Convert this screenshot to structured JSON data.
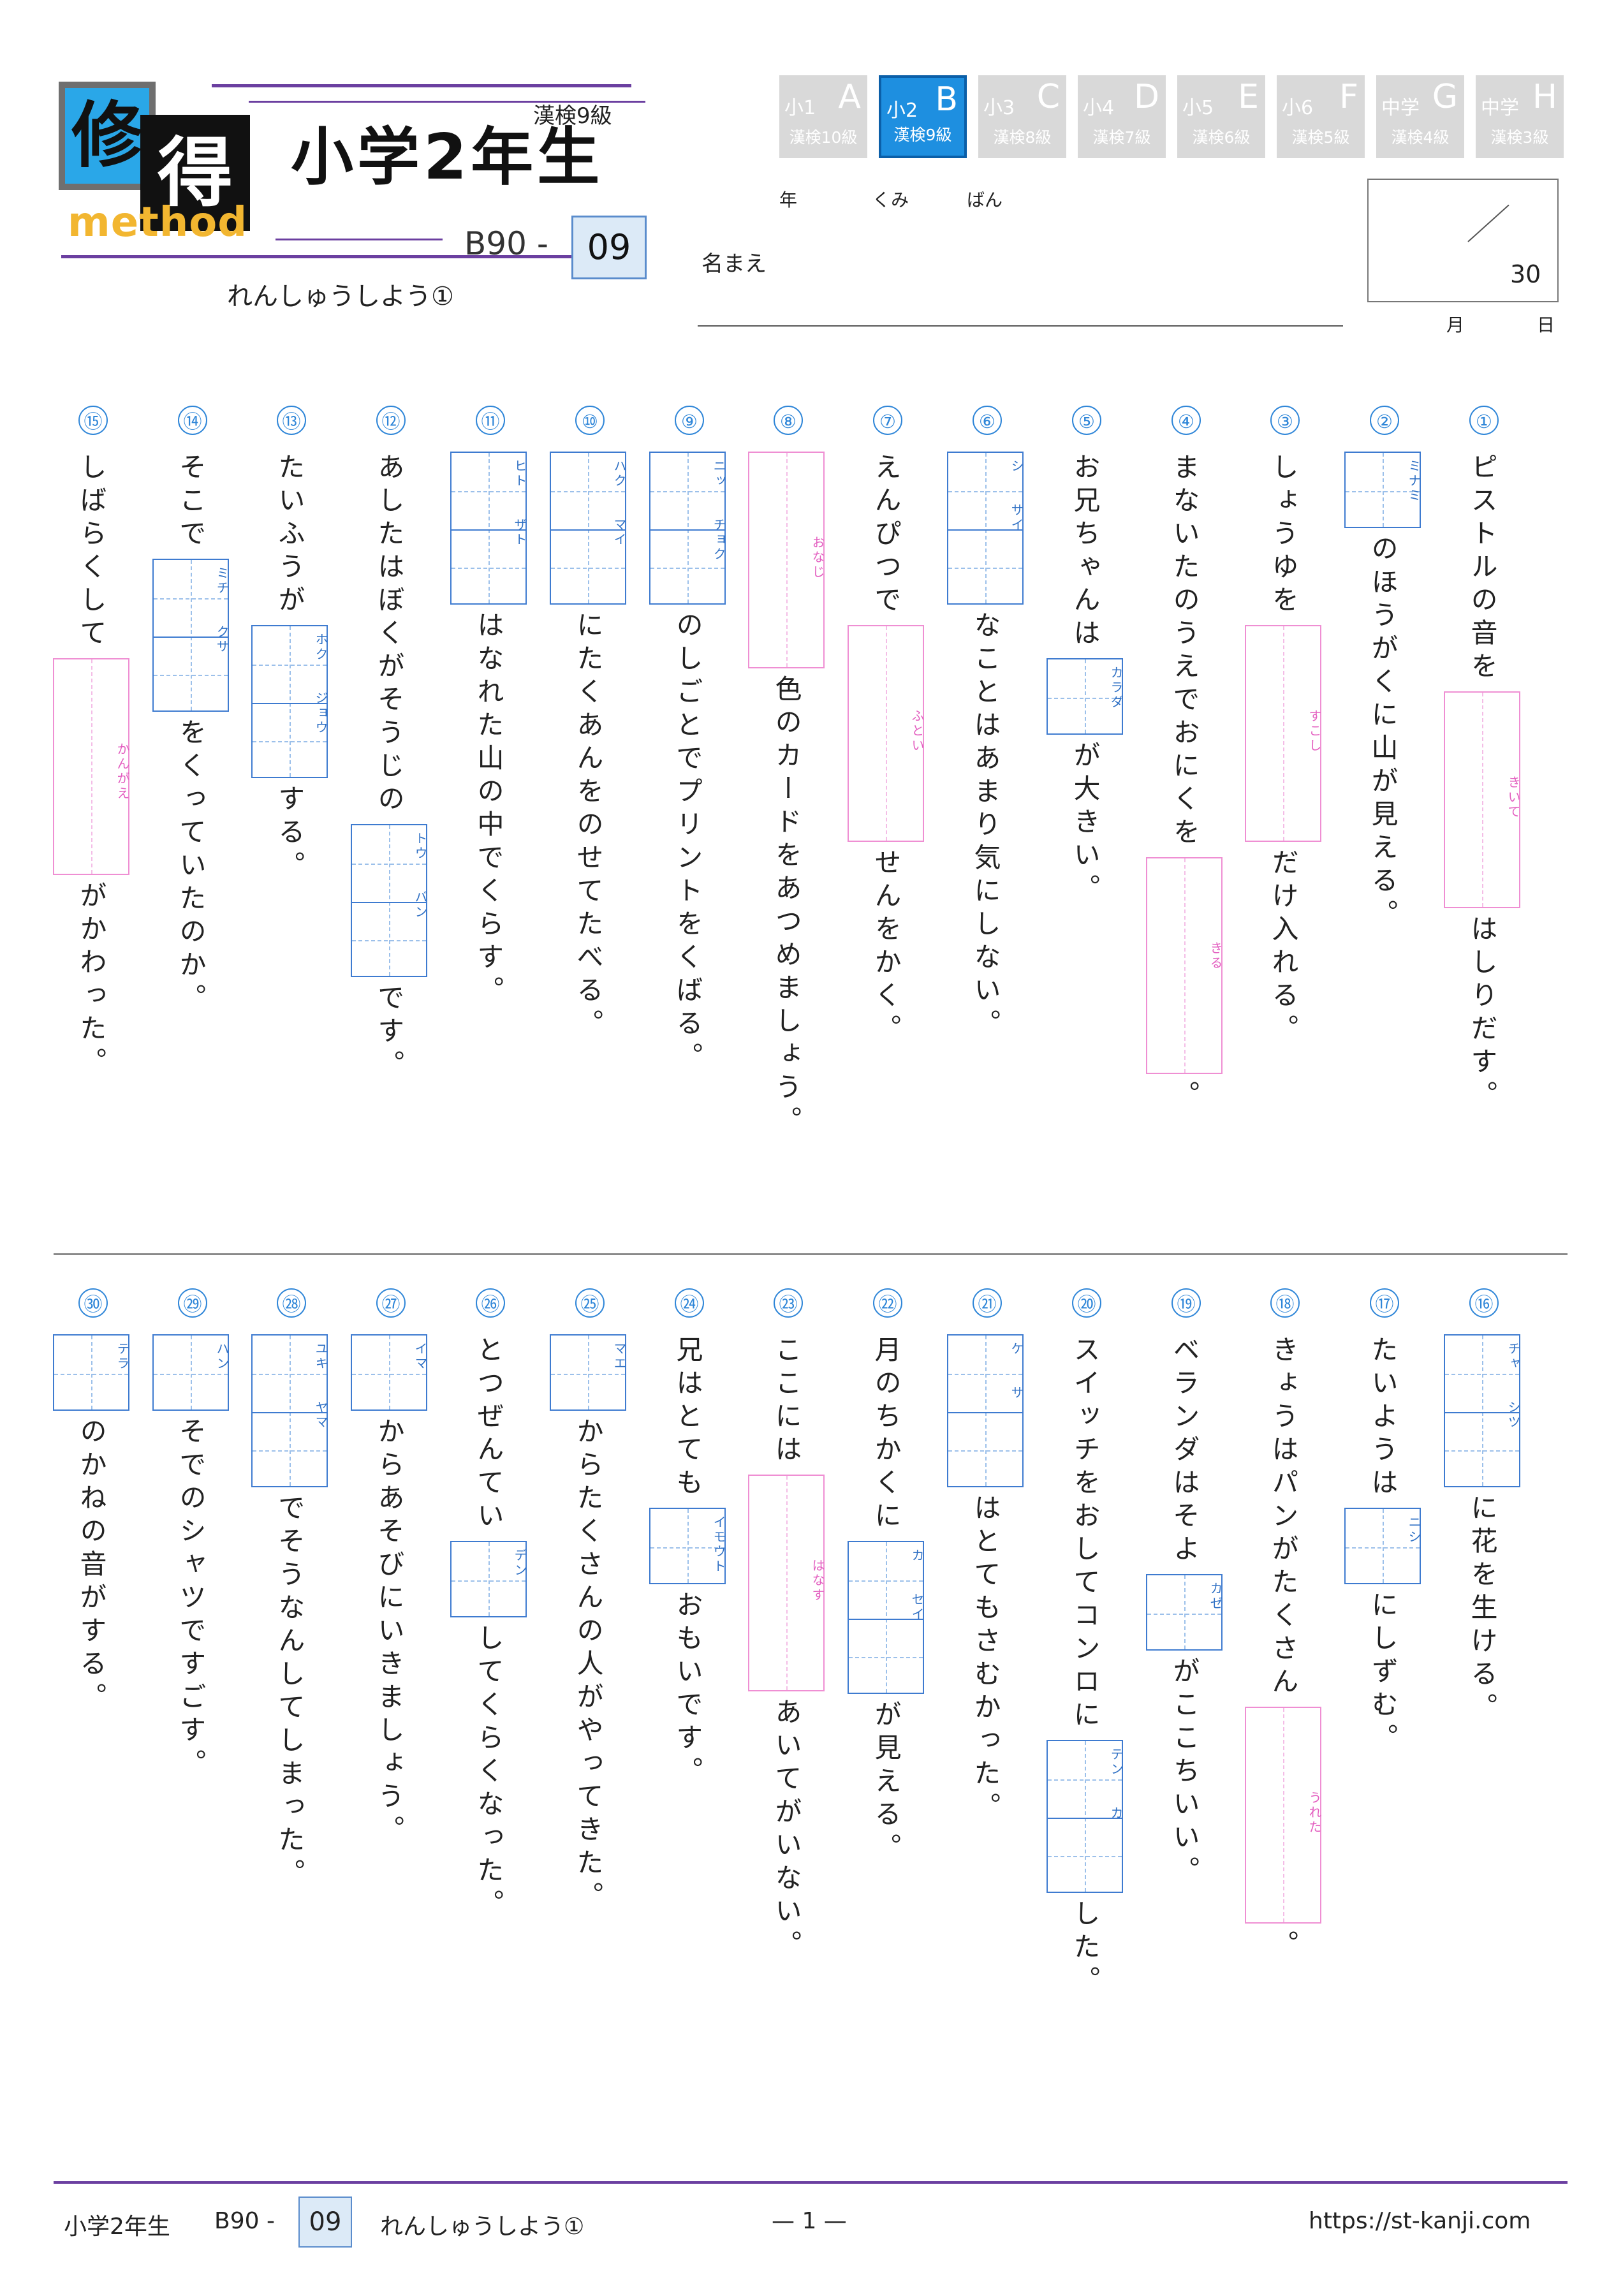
{
  "header": {
    "logo": {
      "kanji_1": "修",
      "kanji_2": "得",
      "word": "method"
    },
    "grade_title": "小学2年生",
    "kanken": "漢検9級",
    "code_prefix": "B90 -",
    "code_number": "09",
    "subtitle": "れんしゅうしよう①",
    "tabs": [
      {
        "grade": "小1",
        "letter": "A",
        "kanken": "漢検10級",
        "active": false
      },
      {
        "grade": "小2",
        "letter": "B",
        "kanken": "漢検9級",
        "active": true
      },
      {
        "grade": "小3",
        "letter": "C",
        "kanken": "漢検8級",
        "active": false
      },
      {
        "grade": "小4",
        "letter": "D",
        "kanken": "漢検7級",
        "active": false
      },
      {
        "grade": "小5",
        "letter": "E",
        "kanken": "漢検6級",
        "active": false
      },
      {
        "grade": "小6",
        "letter": "F",
        "kanken": "漢検5級",
        "active": false
      },
      {
        "grade": "中学",
        "letter": "G",
        "kanken": "漢検4級",
        "active": false
      },
      {
        "grade": "中学",
        "letter": "H",
        "kanken": "漢検3級",
        "active": false
      }
    ],
    "labels": {
      "nen": "年",
      "kumi": "くみ",
      "ban": "ばん",
      "name": "名まえ",
      "month": "月",
      "day": "日"
    },
    "score_total": "30"
  },
  "questions": [
    {
      "num": "①",
      "parts": [
        {
          "t": "text",
          "v": "ピストルの音を"
        },
        {
          "t": "pink",
          "n": 1,
          "r": "きいて"
        },
        {
          "t": "text",
          "v": "はしりだす。"
        }
      ]
    },
    {
      "num": "②",
      "parts": [
        {
          "t": "blue",
          "n": 1,
          "r": "ミナミ"
        },
        {
          "t": "text",
          "v": "のほうがくに山が見える。"
        }
      ]
    },
    {
      "num": "③",
      "parts": [
        {
          "t": "text",
          "v": "しょうゆを"
        },
        {
          "t": "pink",
          "n": 1,
          "r": "すこし"
        },
        {
          "t": "text",
          "v": "だけ入れる。"
        }
      ]
    },
    {
      "num": "④",
      "parts": [
        {
          "t": "text",
          "v": "まないたのうえでおにくを"
        },
        {
          "t": "pink",
          "n": 1,
          "r": "きる"
        },
        {
          "t": "text",
          "v": "。"
        }
      ]
    },
    {
      "num": "⑤",
      "parts": [
        {
          "t": "text",
          "v": "お兄ちゃんは"
        },
        {
          "t": "blue",
          "n": 1,
          "r": "カラダ"
        },
        {
          "t": "text",
          "v": "が大きい。"
        }
      ]
    },
    {
      "num": "⑥",
      "parts": [
        {
          "t": "blue",
          "n": 2,
          "r": "シ　　サイ"
        },
        {
          "t": "text",
          "v": "なことはあまり気にしない。"
        }
      ]
    },
    {
      "num": "⑦",
      "parts": [
        {
          "t": "text",
          "v": "えんぴつで"
        },
        {
          "t": "pink",
          "n": 1,
          "r": "ふとい"
        },
        {
          "t": "text",
          "v": "せんをかく。"
        }
      ]
    },
    {
      "num": "⑧",
      "parts": [
        {
          "t": "pink",
          "n": 1,
          "r": "おなじ"
        },
        {
          "t": "text",
          "v": "色のカードをあつめましょう。"
        }
      ]
    },
    {
      "num": "⑨",
      "parts": [
        {
          "t": "blue",
          "n": 2,
          "r": "ニッ　　チョク"
        },
        {
          "t": "text",
          "v": "のしごとでプリントをくばる。"
        }
      ]
    },
    {
      "num": "⑩",
      "parts": [
        {
          "t": "blue",
          "n": 2,
          "r": "ハク　　マイ"
        },
        {
          "t": "text",
          "v": "にたくあんをのせてたべる。"
        }
      ]
    },
    {
      "num": "⑪",
      "parts": [
        {
          "t": "blue",
          "n": 2,
          "r": "ヒト　　ザト"
        },
        {
          "t": "text",
          "v": "はなれた山の中でくらす。"
        }
      ]
    },
    {
      "num": "⑫",
      "parts": [
        {
          "t": "text",
          "v": "あしたはぼくがそうじの"
        },
        {
          "t": "blue",
          "n": 2,
          "r": "トウ　　バン"
        },
        {
          "t": "text",
          "v": "です。"
        }
      ]
    },
    {
      "num": "⑬",
      "parts": [
        {
          "t": "text",
          "v": "たいふうが"
        },
        {
          "t": "blue",
          "n": 2,
          "r": "ホク　　ジョウ"
        },
        {
          "t": "text",
          "v": "する。"
        }
      ]
    },
    {
      "num": "⑭",
      "parts": [
        {
          "t": "text",
          "v": "そこで"
        },
        {
          "t": "blue",
          "n": 2,
          "r": "ミチ　　クサ"
        },
        {
          "t": "text",
          "v": "をくっていたのか。"
        }
      ]
    },
    {
      "num": "⑮",
      "parts": [
        {
          "t": "text",
          "v": "しばらくして"
        },
        {
          "t": "pink",
          "n": 1,
          "r": "かんがえ"
        },
        {
          "t": "text",
          "v": "がかわった。"
        }
      ]
    },
    {
      "num": "⑯",
      "parts": [
        {
          "t": "blue",
          "n": 2,
          "r": "チャ　　シツ"
        },
        {
          "t": "text",
          "v": "に花を生ける。"
        }
      ]
    },
    {
      "num": "⑰",
      "parts": [
        {
          "t": "text",
          "v": "たいようは"
        },
        {
          "t": "blue",
          "n": 1,
          "r": "ニシ"
        },
        {
          "t": "text",
          "v": "にしずむ。"
        }
      ]
    },
    {
      "num": "⑱",
      "parts": [
        {
          "t": "text",
          "v": "きょうはパンがたくさん"
        },
        {
          "t": "pink",
          "n": 1,
          "r": "うれた"
        },
        {
          "t": "text",
          "v": "。"
        }
      ]
    },
    {
      "num": "⑲",
      "parts": [
        {
          "t": "text",
          "v": "ベランダはそよ"
        },
        {
          "t": "blue",
          "n": 1,
          "r": "カゼ"
        },
        {
          "t": "text",
          "v": "がここちいい。"
        }
      ]
    },
    {
      "num": "⑳",
      "parts": [
        {
          "t": "text",
          "v": "スイッチをおしてコンロに"
        },
        {
          "t": "blue",
          "n": 2,
          "r": "テン　　カ"
        },
        {
          "t": "text",
          "v": "した。"
        }
      ]
    },
    {
      "num": "㉑",
      "parts": [
        {
          "t": "blue",
          "n": 2,
          "r": "ケ　　サ"
        },
        {
          "t": "text",
          "v": "はとてもさむかった。"
        }
      ]
    },
    {
      "num": "㉒",
      "parts": [
        {
          "t": "text",
          "v": "月のちかくに"
        },
        {
          "t": "blue",
          "n": 2,
          "r": "カ　　セイ"
        },
        {
          "t": "text",
          "v": "が見える。"
        }
      ]
    },
    {
      "num": "㉓",
      "parts": [
        {
          "t": "text",
          "v": "ここには"
        },
        {
          "t": "pink",
          "n": 1,
          "r": "はなす"
        },
        {
          "t": "text",
          "v": "あいてがいない。"
        }
      ]
    },
    {
      "num": "㉔",
      "parts": [
        {
          "t": "text",
          "v": "兄はとても"
        },
        {
          "t": "blue",
          "n": 1,
          "r": "イモウト"
        },
        {
          "t": "text",
          "v": "おもいです。"
        }
      ]
    },
    {
      "num": "㉕",
      "parts": [
        {
          "t": "blue",
          "n": 1,
          "r": "マエ"
        },
        {
          "t": "text",
          "v": "からたくさんの人がやってきた。"
        }
      ]
    },
    {
      "num": "㉖",
      "parts": [
        {
          "t": "text",
          "v": "とつぜんてい"
        },
        {
          "t": "blue",
          "n": 1,
          "r": "デン"
        },
        {
          "t": "text",
          "v": "してくらくなった。"
        }
      ]
    },
    {
      "num": "㉗",
      "parts": [
        {
          "t": "blue",
          "n": 1,
          "r": "イマ"
        },
        {
          "t": "text",
          "v": "からあそびにいきましょう。"
        }
      ]
    },
    {
      "num": "㉘",
      "parts": [
        {
          "t": "blue",
          "n": 2,
          "r": "ユキ　　ヤマ"
        },
        {
          "t": "text",
          "v": "でそうなんしてしまった。"
        }
      ]
    },
    {
      "num": "㉙",
      "parts": [
        {
          "t": "blue",
          "n": 1,
          "r": "ハン"
        },
        {
          "t": "text",
          "v": "そでのシャツですごす。"
        }
      ]
    },
    {
      "num": "㉚",
      "parts": [
        {
          "t": "blue",
          "n": 1,
          "r": "テラ"
        },
        {
          "t": "text",
          "v": "のかねの音がする。"
        }
      ]
    }
  ],
  "footer": {
    "grade": "小学2年生",
    "code_prefix": "B90 -",
    "code_number": "09",
    "subtitle": "れんしゅうしよう①",
    "page": "— 1 —",
    "url": "https://st-kanji.com"
  }
}
